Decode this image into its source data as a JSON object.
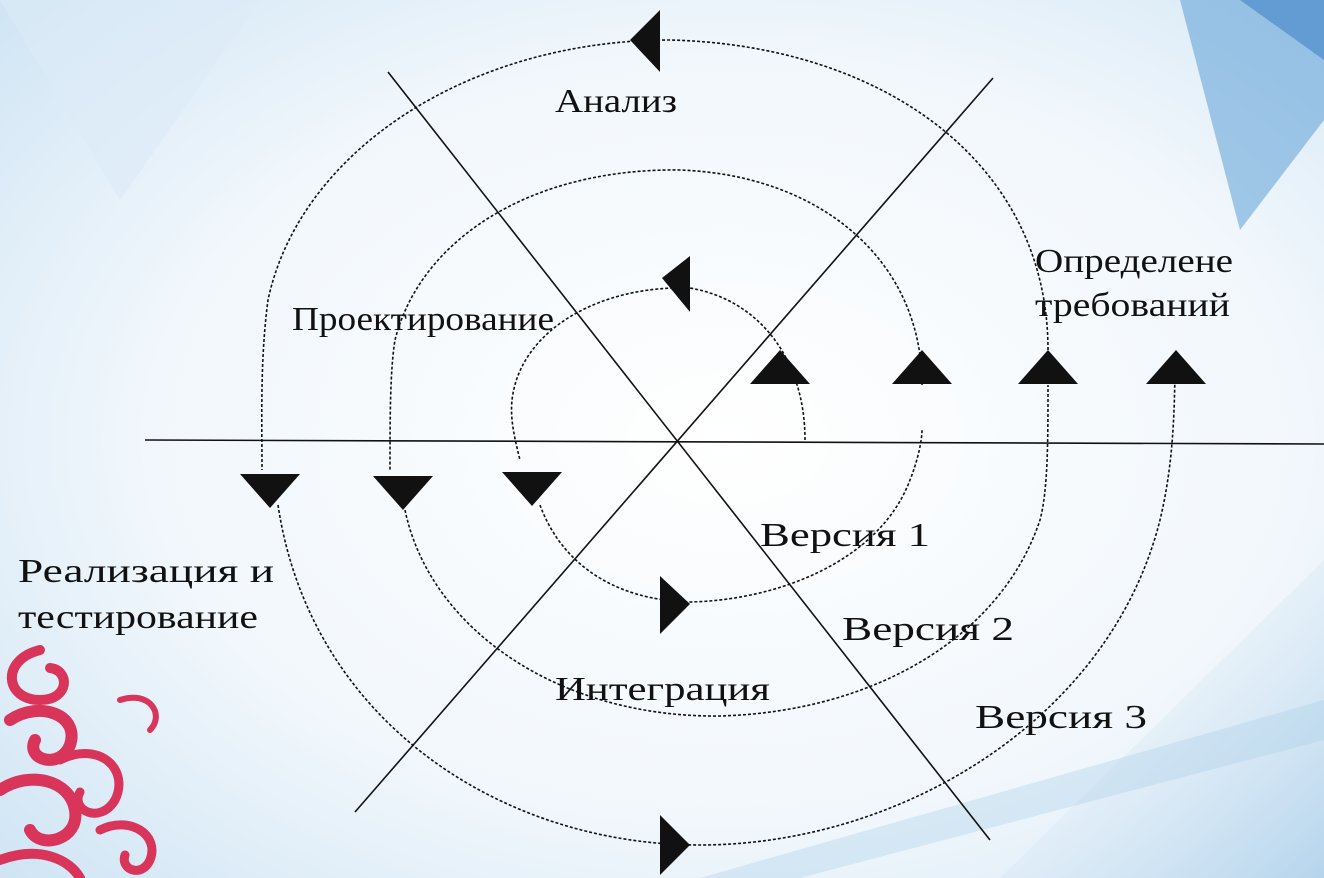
{
  "labels": {
    "analysis": "Анализ",
    "requirements_line1": "Определене",
    "requirements_line2": "требований",
    "design": "Проектирование",
    "implementation_line1": "Реализация и",
    "implementation_line2": "тестирование",
    "integration": "Интеграция",
    "version1": "Версия 1",
    "version2": "Версия 2",
    "version3": "Версия 3"
  },
  "colors": {
    "line": "#111111",
    "background_light": "#f3f8fc",
    "background_blue": "#bcd9ef",
    "accent_pink": "#d9345a"
  }
}
